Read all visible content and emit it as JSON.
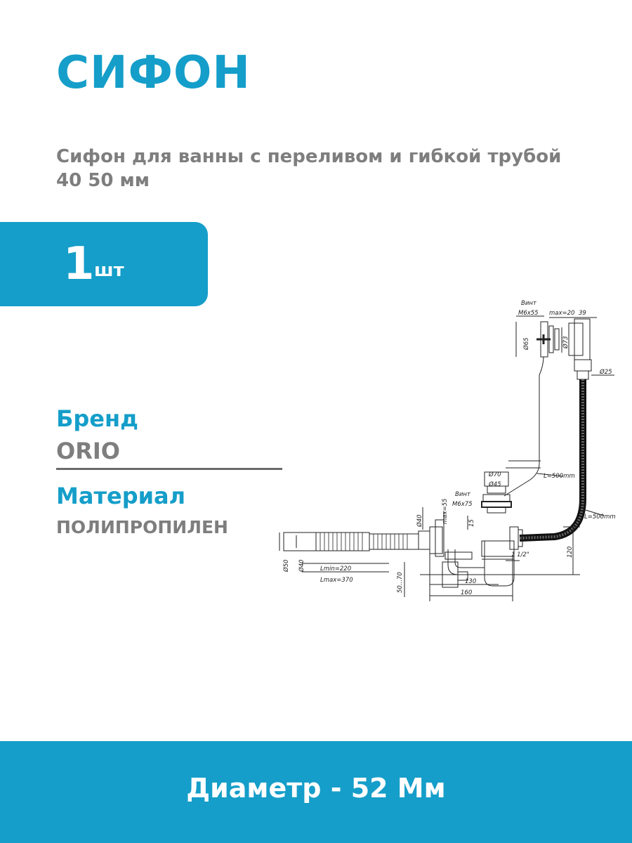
{
  "product": {
    "title": "СИФОН",
    "subtitle": "Сифон для ванны с переливом и гибкой трубой 40 50 мм"
  },
  "quantity": {
    "number": "1",
    "unit": "шт"
  },
  "specs": [
    {
      "label": "Бренд",
      "value": "ORIO"
    },
    {
      "label": "Материал",
      "value": "ПОЛИПРОПИЛЕН"
    }
  ],
  "drawing_labels": {
    "screw_top": "Винт",
    "screw_top_size": "M6x55",
    "max_20": "max=20",
    "d39": "39",
    "d65": "Ø65",
    "d73": "Ø73",
    "d25": "Ø25",
    "l500_cable": "L=500mm",
    "l500_hose": "L=500mm",
    "d70": "Ø70",
    "d45": "Ø45",
    "screw_mid": "Винт",
    "screw_mid_size": "M6x75",
    "max55": "max=55",
    "d15": "15",
    "d40_top": "Ø40",
    "d50": "Ø50",
    "d40_left": "Ø40",
    "lmin": "Lmin=220",
    "lmax": "Lmax=370",
    "d50_70": "50...70",
    "d130": "130",
    "d160": "160",
    "d120": "120",
    "thread": "1 1/2\""
  },
  "footer": {
    "diameter": "Диаметр - 52 Мм"
  }
}
